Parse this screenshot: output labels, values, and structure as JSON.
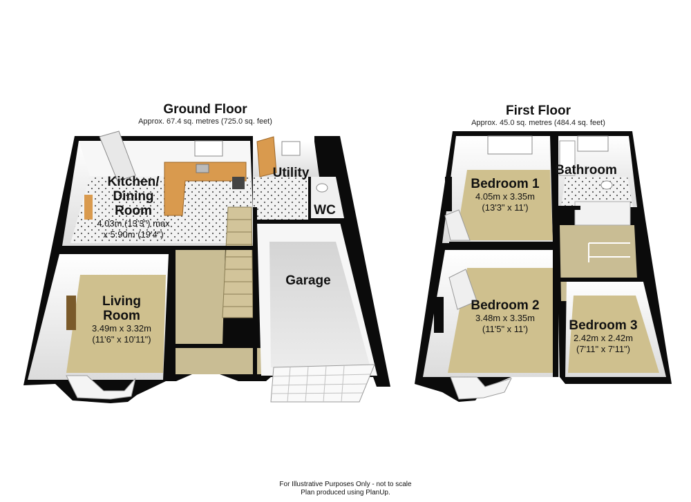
{
  "ground_floor": {
    "title": "Ground Floor",
    "area": "Approx. 67.4 sq. metres (725.0 sq. feet)",
    "rooms": {
      "kitchen": {
        "name_line1": "Kitchen/",
        "name_line2": "Dining",
        "name_line3": "Room",
        "dim_line1": "4.03m (13'3\") max",
        "dim_line2": "x 5.90m (19'4\")"
      },
      "utility": {
        "name": "Utility"
      },
      "wc": {
        "name": "WC"
      },
      "living": {
        "name_line1": "Living",
        "name_line2": "Room",
        "dim_line1": "3.49m x 3.32m",
        "dim_line2": "(11'6\" x 10'11\")"
      },
      "garage": {
        "name": "Garage"
      }
    }
  },
  "first_floor": {
    "title": "First Floor",
    "area": "Approx. 45.0 sq. metres (484.4 sq. feet)",
    "rooms": {
      "bedroom1": {
        "name": "Bedroom 1",
        "dim_line1": "4.05m x 3.35m",
        "dim_line2": "(13'3\" x 11')"
      },
      "bathroom": {
        "name": "Bathroom"
      },
      "bedroom2": {
        "name": "Bedroom 2",
        "dim_line1": "3.48m x 3.35m",
        "dim_line2": "(11'5\" x 11')"
      },
      "bedroom3": {
        "name": "Bedroom 3",
        "dim_line1": "2.42m x 2.42m",
        "dim_line2": "(7'11\" x 7'11\")"
      }
    }
  },
  "footer": {
    "line1": "For Illustrative Purposes Only - not to scale",
    "line2": "Plan produced using PlanUp."
  },
  "colors": {
    "wall": "#0b0b0b",
    "carpet": "#cfc08e",
    "floor_white": "#f4f4f4",
    "tile": "#e9e9e9",
    "garage_floor": "#e0e0e0",
    "worktop": "#d99a4e",
    "stairs": "#d2c49a",
    "hall": "#c9bd94"
  }
}
